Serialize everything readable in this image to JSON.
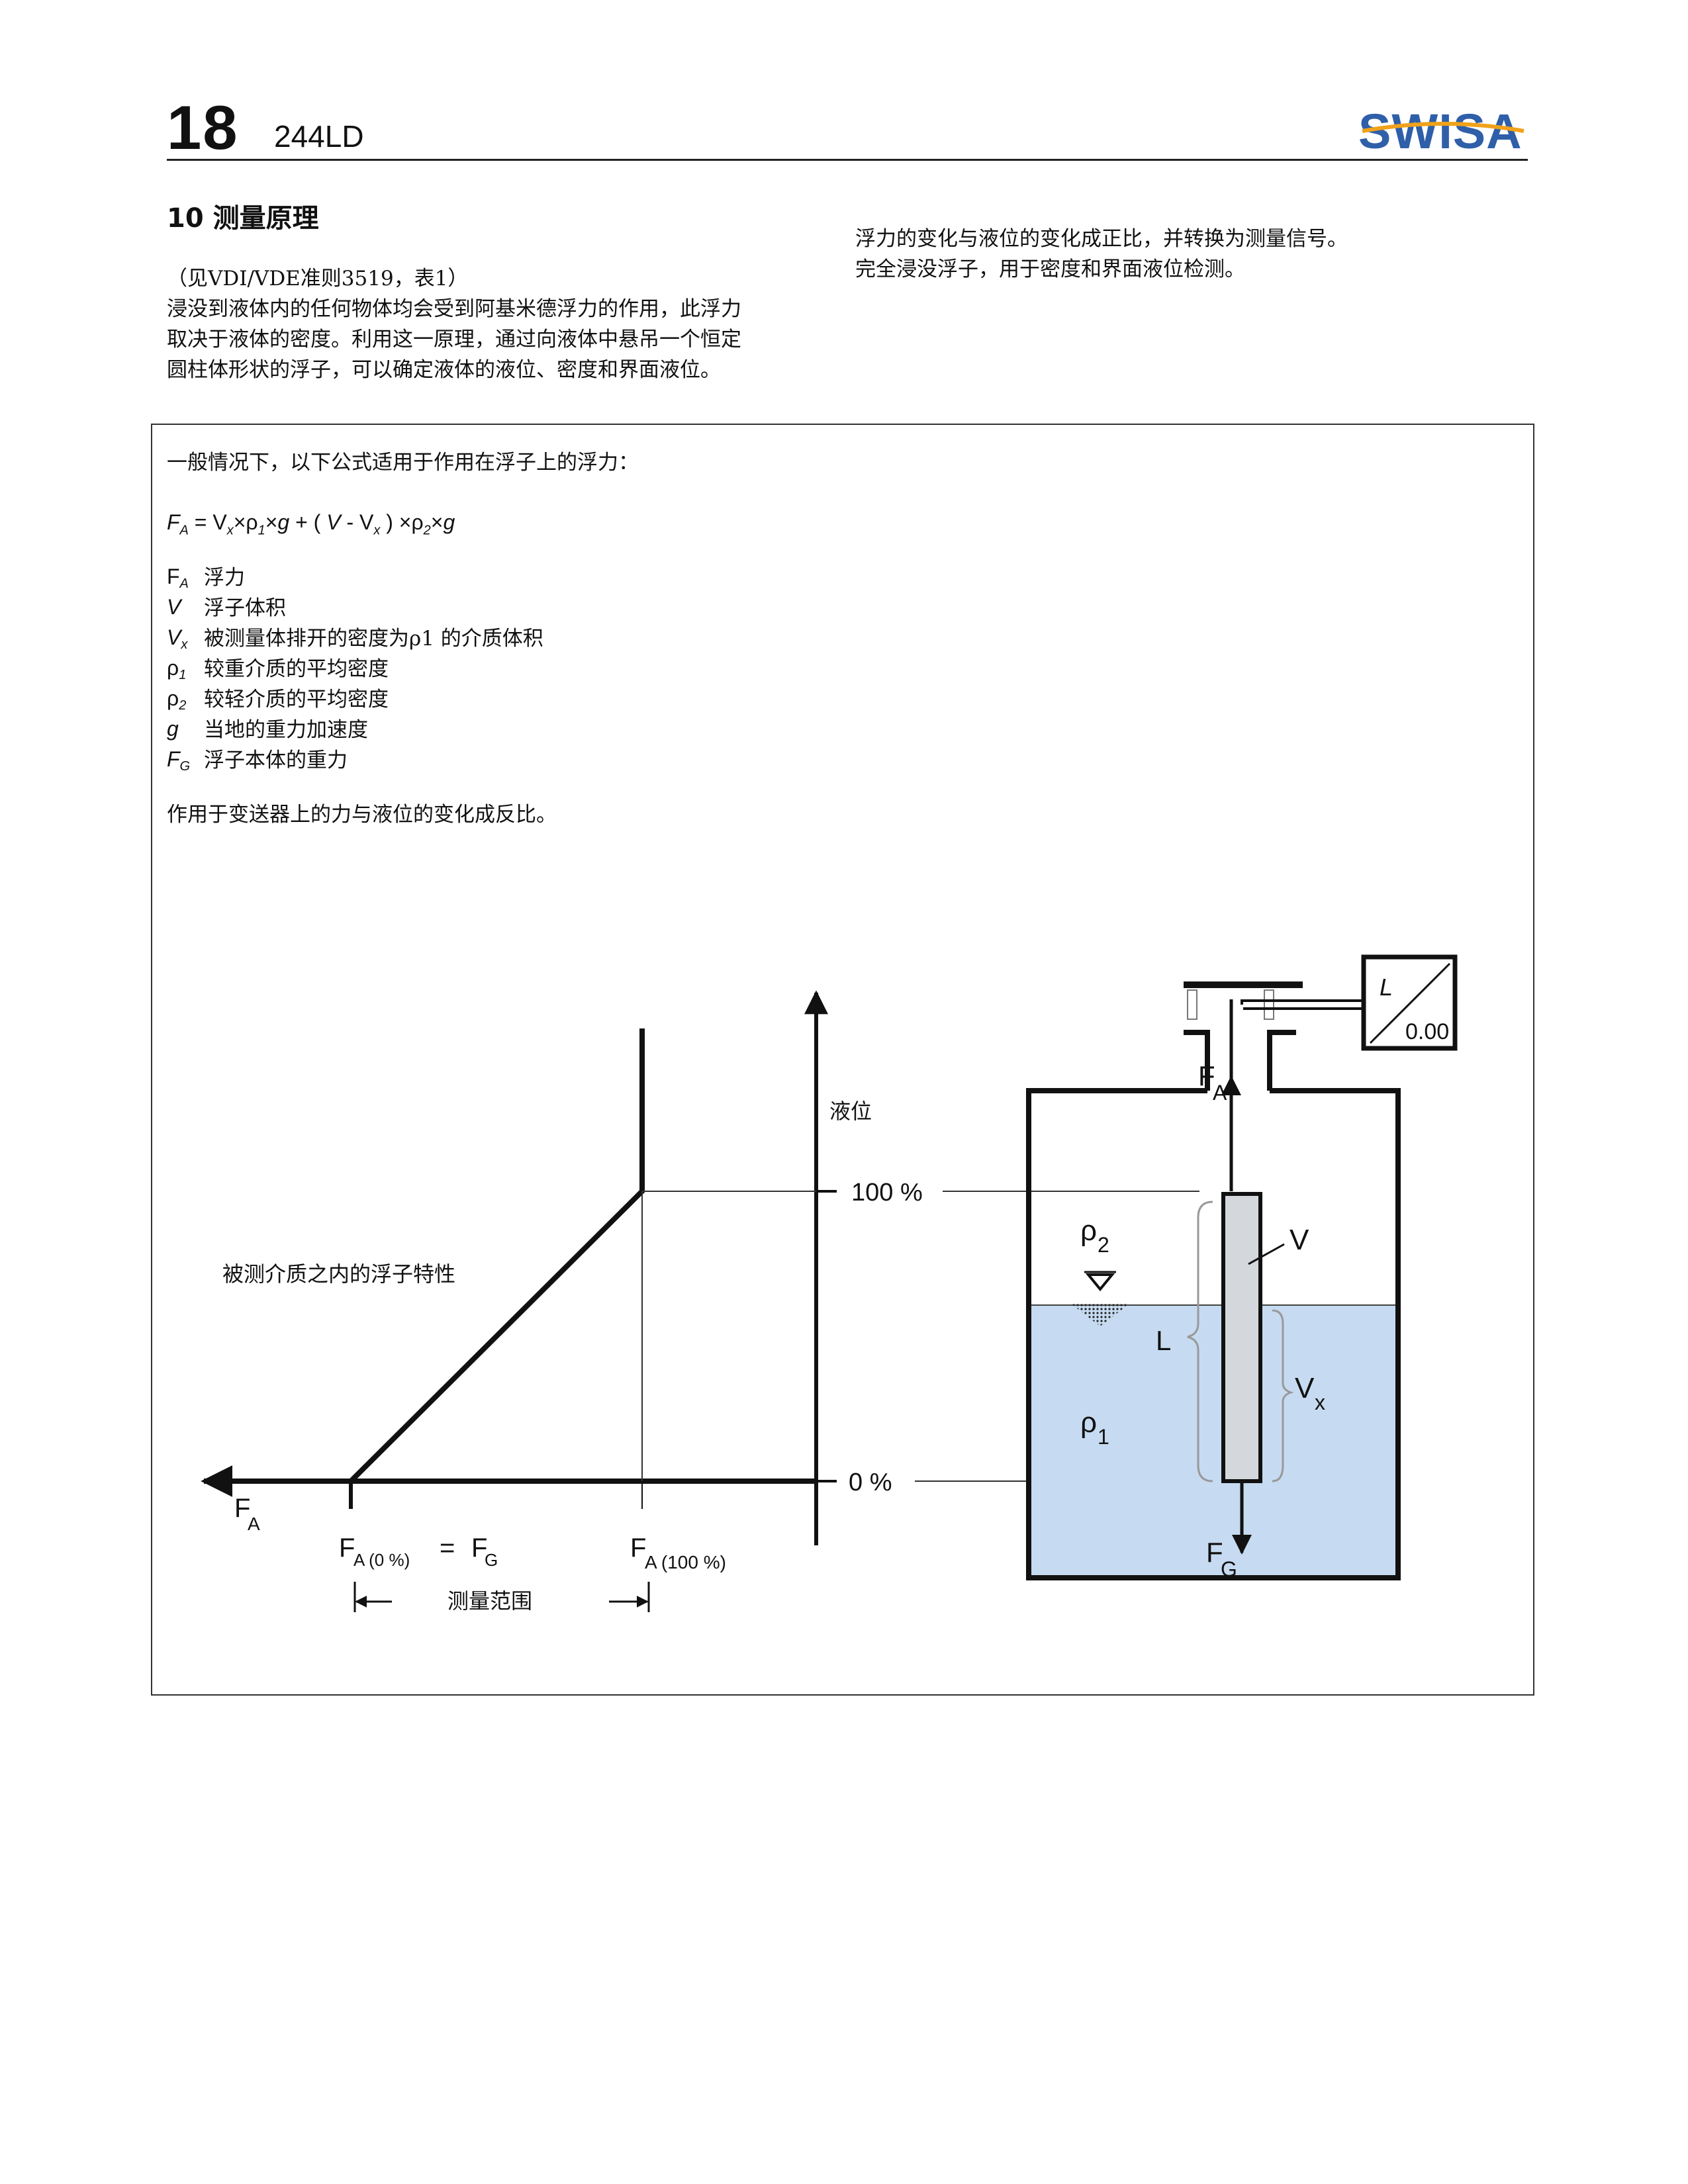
{
  "header": {
    "page_number": "18",
    "model": "244LD",
    "logo_text": "SWISA",
    "logo_colors": {
      "primary": "#2f5fa8",
      "accent": "#f0a21a"
    }
  },
  "section": {
    "title": "10 测量原理",
    "intro_left": [
      "（见VDI/VDE准则3519，表1）",
      "浸没到液体内的任何物体均会受到阿基米德浮力的作用，此浮力",
      "取决于液体的密度。利用这一原理，通过向液体中悬吊一个恒定",
      "圆柱体形状的浮子，可以确定液体的液位、密度和界面液位。"
    ],
    "intro_right": [
      "浮力的变化与液位的变化成正比，并转换为测量信号。",
      "完全浸没浮子，用于密度和界面液位检测。"
    ]
  },
  "box": {
    "intro": "一般情况下，以下公式适用于作用在浮子上的浮力：",
    "formula": {
      "lhs": "F",
      "lhs_sub": "A",
      "eq": " = V",
      "vx_sub": "x",
      "t1": "×ρ",
      "rho1_sub": "1",
      "t2": "×",
      "g1": "g",
      "t3": " + ( ",
      "v": "V",
      "t4": " - V",
      "vx2_sub": "x",
      "t5": " ) ×ρ",
      "rho2_sub": "2",
      "t6": "×",
      "g2": "g"
    },
    "symbols": [
      {
        "sym": "F",
        "sub": "A",
        "desc": "浮力"
      },
      {
        "sym": "V",
        "sub": "",
        "desc": "浮子体积"
      },
      {
        "sym": "V",
        "sub": "x",
        "desc": "被测量体排开的密度为ρ1 的介质体积"
      },
      {
        "sym": "ρ",
        "sub": "1",
        "desc": "较重介质的平均密度"
      },
      {
        "sym": "ρ",
        "sub": "2",
        "desc": "较轻介质的平均密度"
      },
      {
        "sym": "g",
        "sub": "",
        "desc": "当地的重力加速度"
      },
      {
        "sym": "F",
        "sub": "G",
        "desc": "浮子本体的重力"
      }
    ],
    "conclusion": "作用于变送器上的力与液位的变化成反比。"
  },
  "diagram": {
    "level_label": "液位",
    "pct_100": "100 %",
    "pct_0": "0 %",
    "curve_label": "被测介质之内的浮子特性",
    "fa_axis": "F",
    "fa_axis_sub": "A",
    "fa0": "F",
    "fa0_sub": "A (0 %)",
    "eq": "=",
    "fg": "F",
    "fg_sub": "G",
    "fa100": "F",
    "fa100_sub": "A (100 %)",
    "range_label": "测量范围",
    "tank": {
      "fa": "F",
      "fa_sub": "A",
      "fg": "F",
      "fg_sub": "G",
      "rho2": "ρ",
      "rho2_sub": "2",
      "rho1": "ρ",
      "rho1_sub": "1",
      "v": "V",
      "vx": "V",
      "vx_sub": "x",
      "l": "L",
      "display_symbol": "L",
      "display_value": "0.00",
      "liquid_color": "#c6dbf1"
    }
  }
}
